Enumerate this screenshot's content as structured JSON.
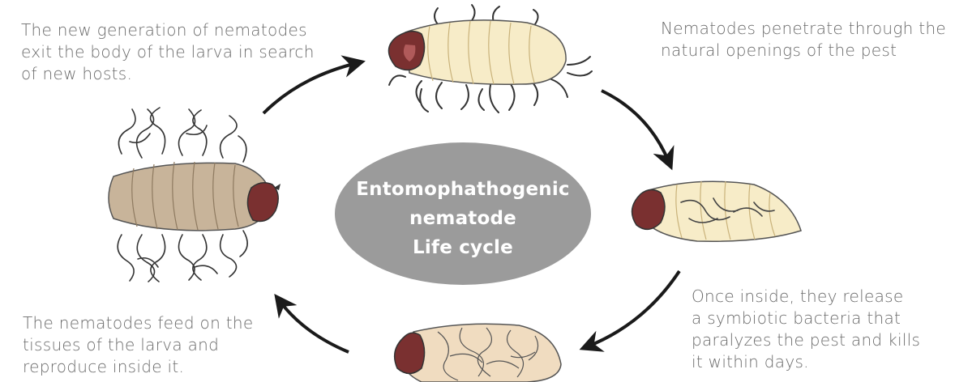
{
  "center": {
    "line1": "Entomophathogenic",
    "line2": "nematode",
    "line3": "Life cycle"
  },
  "stages": {
    "exit": {
      "lines": [
        "The new generation of nematodes",
        "exit the body of the larva in search",
        "of new hosts."
      ]
    },
    "penetrate": {
      "lines": [
        "Nematodes penetrate through the",
        "natural openings of the pest"
      ]
    },
    "release": {
      "lines": [
        "Once inside, they release",
        "a symbiotic bacteria that",
        "paralyzes the pest and kills",
        "it within days."
      ]
    },
    "feed": {
      "lines": [
        "The nematodes feed on the",
        "tissues of the larva and",
        "reproduce inside it."
      ]
    }
  },
  "colors": {
    "text": "#6b6b6b",
    "ellipse": "#9b9b9b",
    "larva_light": "#f7ecc8",
    "larva_feeding": "#f0dcc0",
    "larva_dead": "#c8b49a",
    "head": "#7a3030",
    "arrow": "#1a1a1a",
    "nematode": "#333333"
  }
}
